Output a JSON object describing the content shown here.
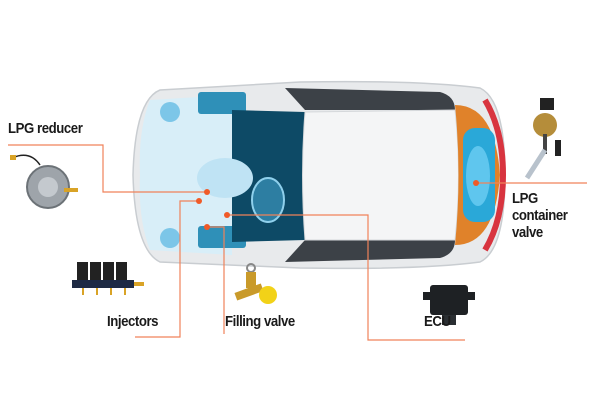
{
  "labels": {
    "lpg_reducer": "LPG reducer",
    "injectors": "Injectors",
    "filling_valve": "Filling valve",
    "ecu": "ECU",
    "lpg_container_valve_line1": "LPG container",
    "lpg_container_valve_line2": "valve"
  },
  "colors": {
    "callout_line": "#f0825a",
    "callout_dot": "#f05a28",
    "cabin_dark": "#0d4a66",
    "tank_blue": "#2aa8d8",
    "rear_orange": "#e0822a"
  }
}
